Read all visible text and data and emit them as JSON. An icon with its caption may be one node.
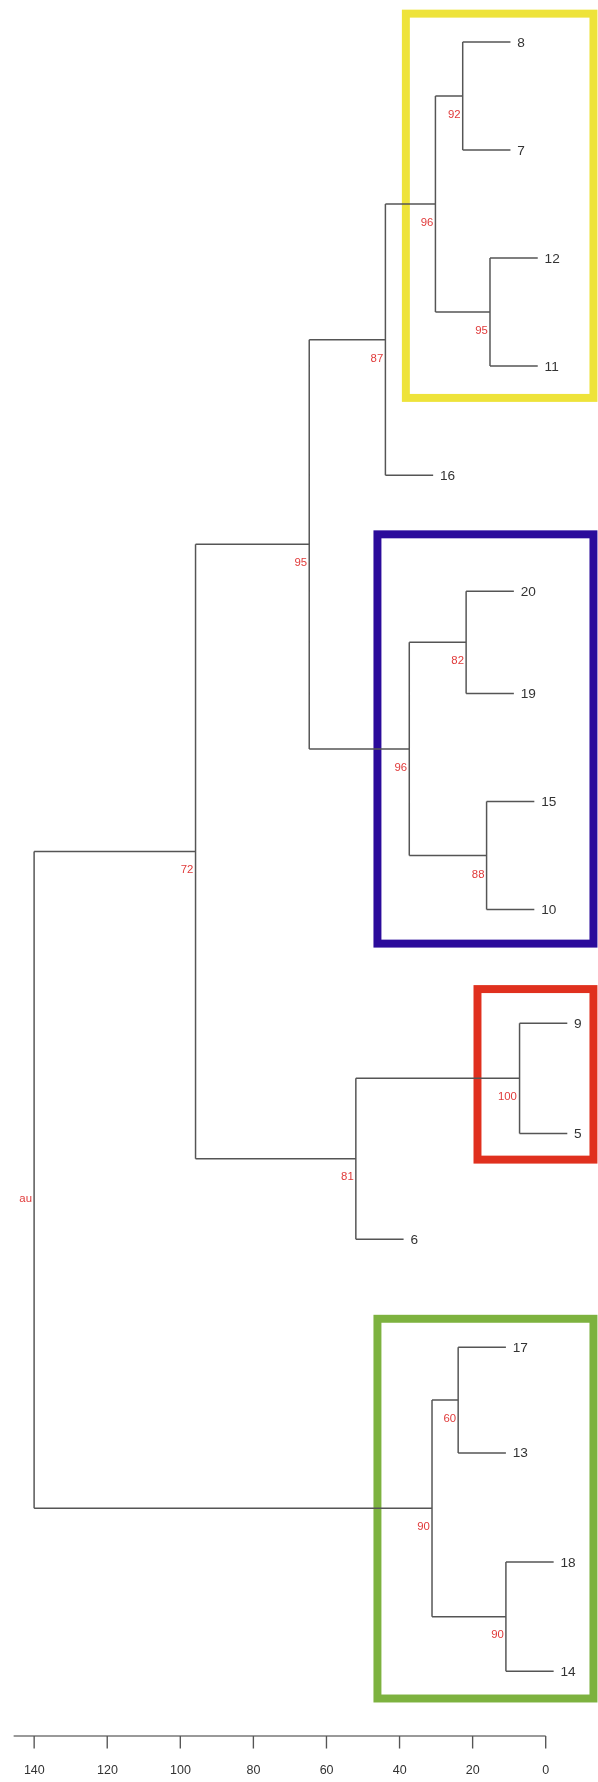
{
  "diagram": {
    "labels": [
      "8",
      "92",
      "7",
      "96",
      "12",
      "95",
      "11",
      "87",
      "16",
      "95",
      "20",
      "82",
      "19",
      "96",
      "15",
      "88",
      "10",
      "72",
      "9",
      "100",
      "5",
      "81",
      "6",
      "au",
      "17",
      "60",
      "13",
      "90",
      "18",
      "90",
      "14",
      "0",
      "20",
      "40",
      "60",
      "80",
      "100",
      "120",
      "140"
    ]
  }
}
